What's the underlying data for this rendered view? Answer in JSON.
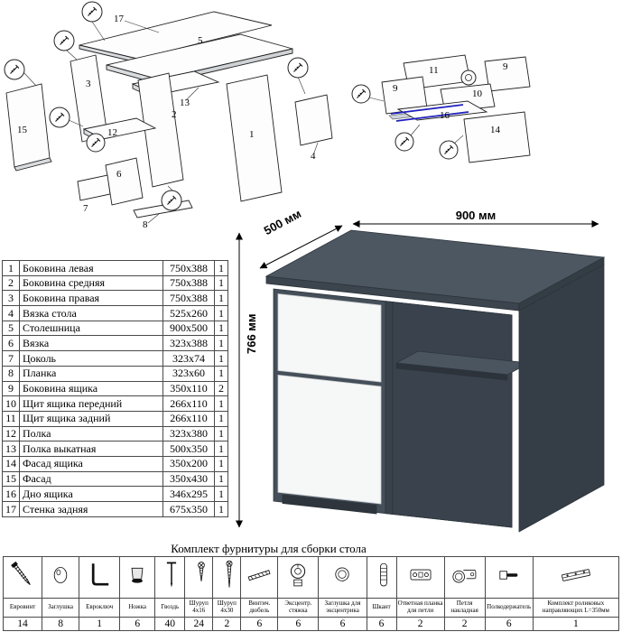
{
  "dimensions": {
    "width": "900 мм",
    "depth": "500 мм",
    "height": "766 мм"
  },
  "parts_table": {
    "rows": [
      {
        "num": "1",
        "name": "Боковина левая",
        "size": "750x388",
        "qty": "1"
      },
      {
        "num": "2",
        "name": "Боковина средняя",
        "size": "750x388",
        "qty": "1"
      },
      {
        "num": "3",
        "name": "Боковина правая",
        "size": "750x388",
        "qty": "1"
      },
      {
        "num": "4",
        "name": "Вязка стола",
        "size": "525x260",
        "qty": "1"
      },
      {
        "num": "5",
        "name": "Столешница",
        "size": "900x500",
        "qty": "1"
      },
      {
        "num": "6",
        "name": "Вязка",
        "size": "323x388",
        "qty": "1"
      },
      {
        "num": "7",
        "name": "Цоколь",
        "size": "323x74",
        "qty": "1"
      },
      {
        "num": "8",
        "name": "Планка",
        "size": "323x60",
        "qty": "1"
      },
      {
        "num": "9",
        "name": "Боковина ящика",
        "size": "350x110",
        "qty": "2"
      },
      {
        "num": "10",
        "name": "Щит ящика передний",
        "size": "266x110",
        "qty": "1"
      },
      {
        "num": "11",
        "name": "Щит ящика задний",
        "size": "266x110",
        "qty": "1"
      },
      {
        "num": "12",
        "name": "Полка",
        "size": "323x380",
        "qty": "1"
      },
      {
        "num": "13",
        "name": "Полка выкатная",
        "size": "500x350",
        "qty": "1"
      },
      {
        "num": "14",
        "name": "Фасад ящика",
        "size": "350x200",
        "qty": "1"
      },
      {
        "num": "15",
        "name": "Фасад",
        "size": "350x430",
        "qty": "1"
      },
      {
        "num": "16",
        "name": "Дно ящика",
        "size": "346x295",
        "qty": "1"
      },
      {
        "num": "17",
        "name": "Стенка задняя",
        "size": "675x350",
        "qty": "1"
      }
    ]
  },
  "diagram_left": {
    "labels": [
      "17",
      "5",
      "3",
      "13",
      "12",
      "2",
      "6",
      "7",
      "15",
      "1",
      "4",
      "8"
    ]
  },
  "diagram_right": {
    "labels": [
      "11",
      "9",
      "9",
      "10",
      "16",
      "14"
    ]
  },
  "hardware": {
    "title": "Комплект фурнитуры для сборки стола",
    "items": [
      {
        "name": "Евровинт",
        "qty": "14",
        "icon": "confirmat-screw"
      },
      {
        "name": "Заглушка",
        "qty": "8",
        "icon": "cap"
      },
      {
        "name": "Евроключ",
        "qty": "1",
        "icon": "hex-key"
      },
      {
        "name": "Ножка",
        "qty": "6",
        "icon": "foot"
      },
      {
        "name": "Гвоздь",
        "qty": "40",
        "icon": "nail"
      },
      {
        "name": "Шуруп 4x16",
        "qty": "24",
        "icon": "screw-short"
      },
      {
        "name": "Шуруп 4x30",
        "qty": "2",
        "icon": "screw-long"
      },
      {
        "name": "Винтич. дюбель",
        "qty": "6",
        "icon": "dowel-screw"
      },
      {
        "name": "Эксцентр. стяжка",
        "qty": "6",
        "icon": "cam-lock"
      },
      {
        "name": "Заглушка для эксцентрика",
        "qty": "6",
        "icon": "cam-cap"
      },
      {
        "name": "Шкант",
        "qty": "6",
        "icon": "wooden-dowel"
      },
      {
        "name": "Ответная планка для петли",
        "qty": "2",
        "icon": "hinge-plate"
      },
      {
        "name": "Петля накладная",
        "qty": "2",
        "icon": "hinge"
      },
      {
        "name": "Полкодержатель",
        "qty": "6",
        "icon": "shelf-pin"
      },
      {
        "name": "Комплект роликовых направляющих L=350мм",
        "qty": "1",
        "icon": "drawer-slide"
      }
    ],
    "colors": {
      "desk_top": "#4d5761",
      "desk_front": "#454f59",
      "desk_side": "#353e47",
      "front_white": "#f6f7f7",
      "guide_blue": "#1f1fbf"
    }
  }
}
